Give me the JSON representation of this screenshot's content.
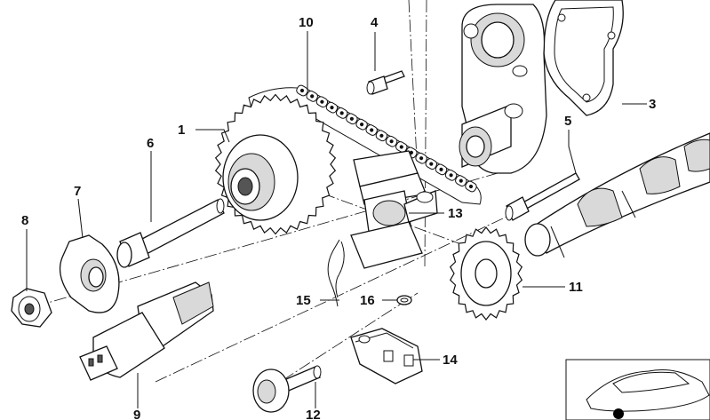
{
  "callouts": [
    {
      "id": "1",
      "label": "1"
    },
    {
      "id": "3",
      "label": "3"
    },
    {
      "id": "4",
      "label": "4"
    },
    {
      "id": "5",
      "label": "5"
    },
    {
      "id": "6",
      "label": "6"
    },
    {
      "id": "7",
      "label": "7"
    },
    {
      "id": "8",
      "label": "8"
    },
    {
      "id": "9",
      "label": "9"
    },
    {
      "id": "10",
      "label": "10"
    },
    {
      "id": "11",
      "label": "11"
    },
    {
      "id": "12",
      "label": "12"
    },
    {
      "id": "13",
      "label": "13"
    },
    {
      "id": "14",
      "label": "14"
    },
    {
      "id": "15",
      "label": "15"
    },
    {
      "id": "16",
      "label": "16"
    }
  ],
  "icons": {
    "vehicle_thumbnail": "car-silhouette-icon"
  }
}
